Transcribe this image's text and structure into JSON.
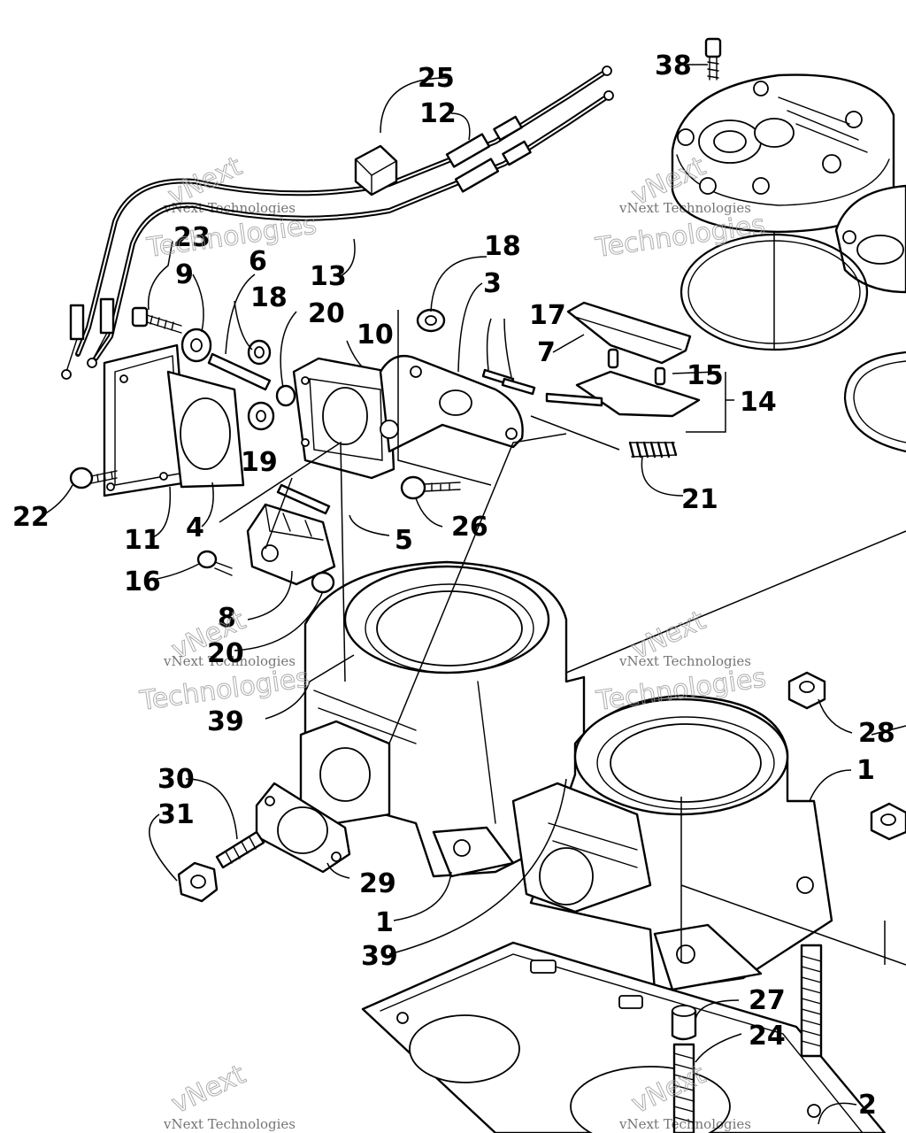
{
  "callouts": [
    "1",
    "1",
    "1",
    "2",
    "3",
    "4",
    "5",
    "6",
    "7",
    "8",
    "9",
    "10",
    "11",
    "12",
    "13",
    "14",
    "15",
    "16",
    "17",
    "18",
    "18",
    "19",
    "20",
    "20",
    "21",
    "22",
    "23",
    "24",
    "25",
    "26",
    "27",
    "28",
    "29",
    "30",
    "31",
    "38",
    "39",
    "39"
  ],
  "watermark": {
    "line1": "vNext Technologies",
    "line2": "Technologies",
    "line3": "vNext"
  },
  "colors": {
    "ink": "#000000",
    "paper": "#ffffff",
    "shade": "#cfcfcf"
  }
}
